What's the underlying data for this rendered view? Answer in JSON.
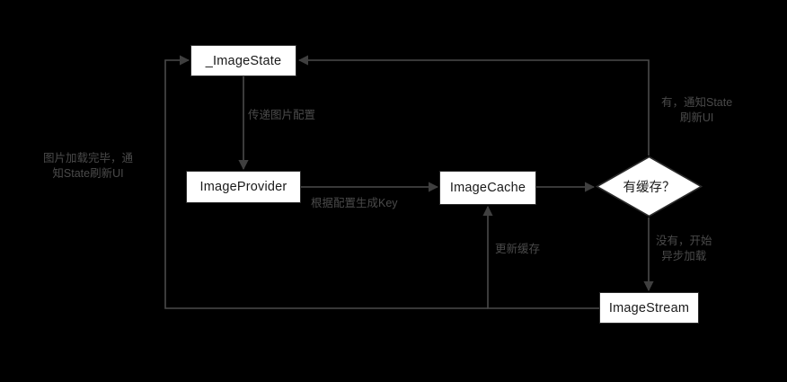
{
  "diagram": {
    "title_text": "",
    "background_color": "#000000",
    "node_fill": "#ffffff",
    "node_stroke": "#2b2b2b",
    "edge_color": "#4a4a4a",
    "label_color": "#4a4a4a",
    "nodes": [
      {
        "id": "image-state",
        "label": "_ImageState",
        "shape": "rect"
      },
      {
        "id": "image-provider",
        "label": "ImageProvider",
        "shape": "rect"
      },
      {
        "id": "image-cache",
        "label": "ImageCache",
        "shape": "rect"
      },
      {
        "id": "has-cache",
        "label": "有缓存？",
        "shape": "diamond"
      },
      {
        "id": "image-stream",
        "label": "ImageStream",
        "shape": "rect"
      }
    ],
    "edges": [
      {
        "id": "state-to-provider",
        "from": "image-state",
        "to": "image-provider",
        "label": "传递图片配置"
      },
      {
        "id": "provider-to-cache",
        "from": "image-provider",
        "to": "image-cache",
        "label": "根据配置生成Key"
      },
      {
        "id": "cache-to-decision",
        "from": "image-cache",
        "to": "has-cache",
        "label": ""
      },
      {
        "id": "decision-to-state",
        "from": "has-cache",
        "to": "image-state",
        "label": "有，通知State\n刷新UI"
      },
      {
        "id": "decision-to-stream",
        "from": "has-cache",
        "to": "image-stream",
        "label": "没有，开始\n异步加载"
      },
      {
        "id": "stream-to-cache",
        "from": "image-stream",
        "to": "image-cache",
        "label": "更新缓存"
      },
      {
        "id": "stream-to-state",
        "from": "image-stream",
        "to": "image-state",
        "label": "图片加载完毕，通\n知State刷新UI"
      }
    ]
  }
}
